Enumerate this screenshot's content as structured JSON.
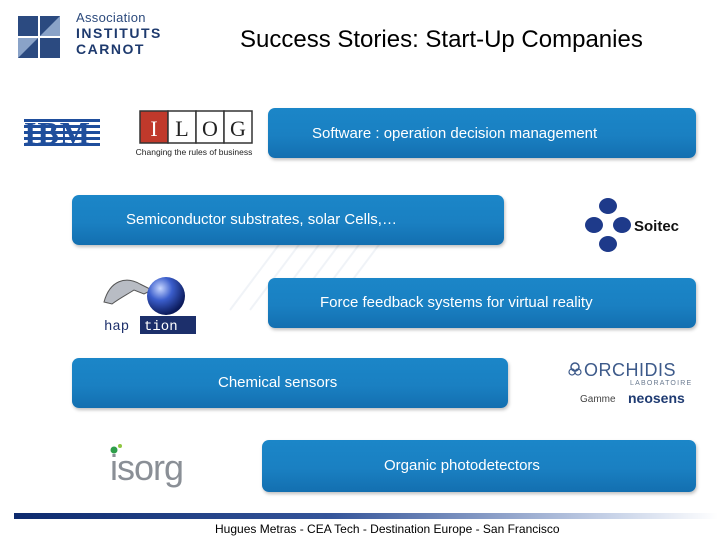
{
  "header": {
    "logo_line1": "Association",
    "logo_line2": "INSTITUTS",
    "logo_line3": "CARNOT",
    "title": "Success Stories: Start-Up Companies"
  },
  "stories": [
    {
      "text": "Software : operation decision management"
    },
    {
      "text": "Semiconductor substrates, solar Cells,…"
    },
    {
      "text": "Force feedback systems for virtual reality"
    },
    {
      "text": "Chemical sensors"
    },
    {
      "text": "Organic photodetectors"
    }
  ],
  "logos": {
    "ibm": "IBM",
    "ilog_tagline": "Changing the rules of business",
    "soitec": "Soitec",
    "haption": "haption",
    "orchidis": "ORCHIDIS",
    "orchidis_sub": "LABORATOIRE",
    "gamme": "Gamme",
    "neosens": "neosens",
    "isorg": "isorg"
  },
  "footer": {
    "text": "Hugues Metras - CEA Tech - Destination Europe - San Francisco"
  },
  "colors": {
    "box_blue": "#1a80c2",
    "navy": "#1e3a6e"
  }
}
